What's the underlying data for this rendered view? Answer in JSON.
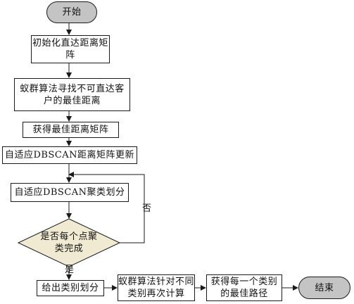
{
  "flowchart": {
    "start": "开始",
    "init_matrix": "初始化直达距离矩阵",
    "aco_search": "蚁群算法寻找不可直达客户的最佳距离",
    "get_matrix": "获得最佳距离矩阵",
    "adaptive_update": "自适应DBSCAN距离矩阵更新",
    "adaptive_cluster": "自适应DBSCAN聚类划分",
    "decision": "是否每个点聚类完成",
    "yes_label": "是",
    "no_label": "否",
    "output_division": "给出类别划分",
    "aco_recompute": "蚁群算法针对不同类别再次计算",
    "best_path": "获得每一个类别的最佳路径",
    "end": "结束"
  },
  "colors": {
    "terminal_fill": "#c4c4c4",
    "decision_fill": "#f0ead2",
    "stroke": "#1a1a1a"
  }
}
